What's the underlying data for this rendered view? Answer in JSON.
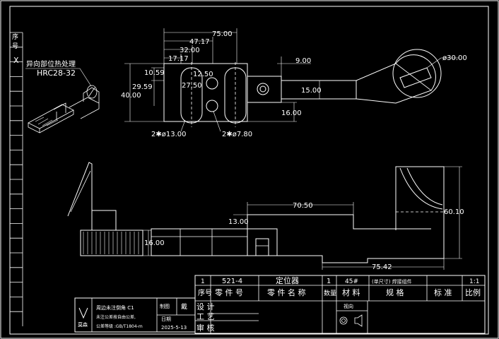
{
  "side_column": {
    "labels": [
      "序",
      "号",
      "X"
    ]
  },
  "note": {
    "line1": "异向部位热处理",
    "line2": "HRC28-32"
  },
  "plan_view_dims": {
    "d75": "75.00",
    "d47": "47.17",
    "d32": "32.00",
    "d17": "17.17",
    "d9": "9.00",
    "d30": "ø30.00",
    "d1059": "10.59",
    "d2959": "29.59",
    "d40": "40.00",
    "d1250": "12.50",
    "d2750": "27.50",
    "d15": "15.00",
    "d16": "16.00",
    "hole13": "2✱ø13.00",
    "hole7": "2✱ø7.80"
  },
  "front_view_dims": {
    "d7050": "70.50",
    "d13": "13.00",
    "d16": "16.00",
    "d7542": "75.42",
    "d6010": "60.10"
  },
  "title_block": {
    "row1": {
      "no": "1",
      "part_no": "521-4",
      "part_name": "定位器",
      "qty": "1",
      "material": "45#",
      "spec": "(单尺寸) 焊接组件",
      "std": "",
      "scale": "1:1"
    },
    "headers": {
      "seq": "序号",
      "part_no": "零 件 号",
      "part_name": "零 件 名 称",
      "qty": "数量",
      "material": "材 料",
      "spec": "规  格",
      "std": "标  准",
      "scale": "比例"
    },
    "labels": {
      "design": "设 计",
      "process": "工 艺",
      "review": "审 核",
      "projection": "视向"
    },
    "notes": {
      "line1": "周边未注倒角 C1",
      "line2": "未注公差按自由公差,",
      "line3": "公差等级 :GB/T1804-m",
      "logo": "莫森"
    },
    "draft": {
      "label": "制图",
      "name": "戴",
      "date_label": "日期",
      "date": "2025-5-13"
    }
  }
}
